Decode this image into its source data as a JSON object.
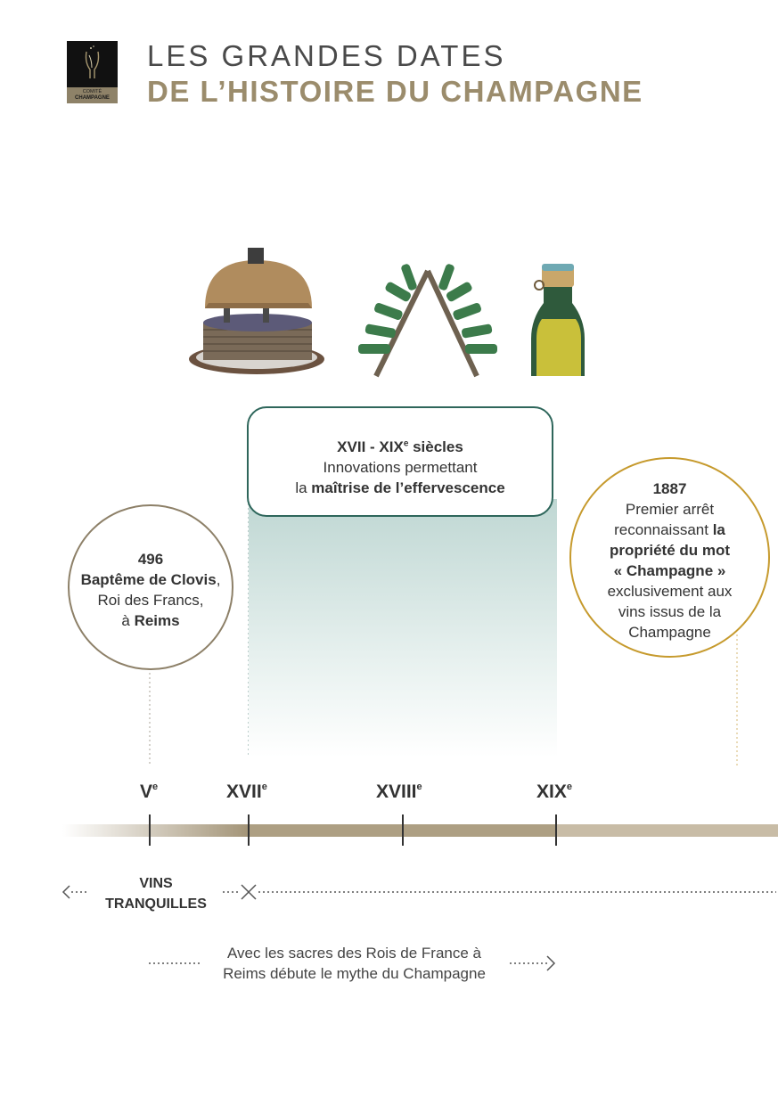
{
  "logo": {
    "line1": "COMITÉ",
    "line2": "CHAMPAGNE"
  },
  "header": {
    "title_line1": "LES GRANDES DATES",
    "title_line2": "DE L’HISTOIRE DU CHAMPAGNE"
  },
  "illustrations": [
    "press-icon",
    "riddling-rack-icon",
    "champagne-bottle-icon"
  ],
  "colors": {
    "gold": "#9b8c6c",
    "teal": "#2e665b",
    "ochre": "#c69a2d",
    "taupe": "#8d8068"
  },
  "events": {
    "e496": {
      "year": "496",
      "bold": "Baptême de Clovis",
      "comma": ",",
      "l2": "Roi des Francs,",
      "l3_pre": "à ",
      "l3_bold": "Reims"
    },
    "innovations": {
      "heading_a": "XVII - XIX",
      "heading_sup": "e",
      "heading_b": " siècles",
      "l2": "Innovations permettant",
      "l3_pre": "la ",
      "l3_bold": "maîtrise de l’effervescence"
    },
    "e1887": {
      "year": "1887",
      "l1": "Premier arrêt",
      "l2_pre": "reconnaissant ",
      "l2_bold": "la",
      "l3_bold": "propriété du mot",
      "l4_bold": "« Champagne »",
      "l5": "exclusivement aux",
      "l6": "vins issus de la",
      "l7": "Champagne"
    }
  },
  "timeline": {
    "centuries": [
      {
        "label": "V",
        "sup": "e"
      },
      {
        "label": "XVII",
        "sup": "e"
      },
      {
        "label": "XVIII",
        "sup": "e"
      },
      {
        "label": "XIX",
        "sup": "e"
      }
    ],
    "still_wines_l1": "VINS",
    "still_wines_l2": "TRANQUILLES",
    "sacres_l1": "Avec les sacres des Rois de France à",
    "sacres_l2": "Reims débute le mythe du Champagne"
  }
}
